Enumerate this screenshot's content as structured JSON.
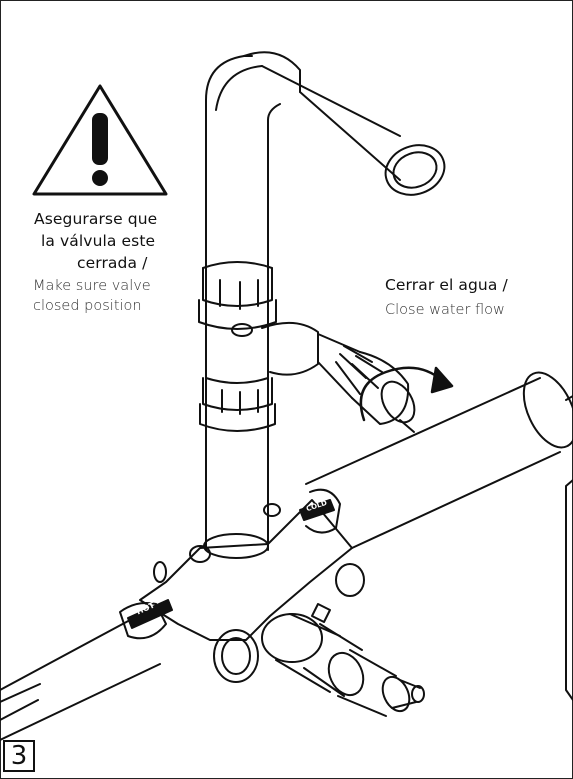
{
  "warning": {
    "line1_es": "Asegurarse que",
    "line2_es": "la válvula este",
    "line3_es": "cerrada /",
    "line1_en": "Make sure valve",
    "line2_en": "closed position",
    "icon": "warning-triangle-exclamation"
  },
  "water": {
    "label_es": "Cerrar el agua /",
    "label_en": "Close water flow",
    "icon": "rotate-arrow"
  },
  "step": {
    "number": "3"
  },
  "valve_labels": {
    "hot": "HOT",
    "cold": "COLD"
  },
  "colors": {
    "line": "#111111",
    "background": "#ffffff"
  }
}
